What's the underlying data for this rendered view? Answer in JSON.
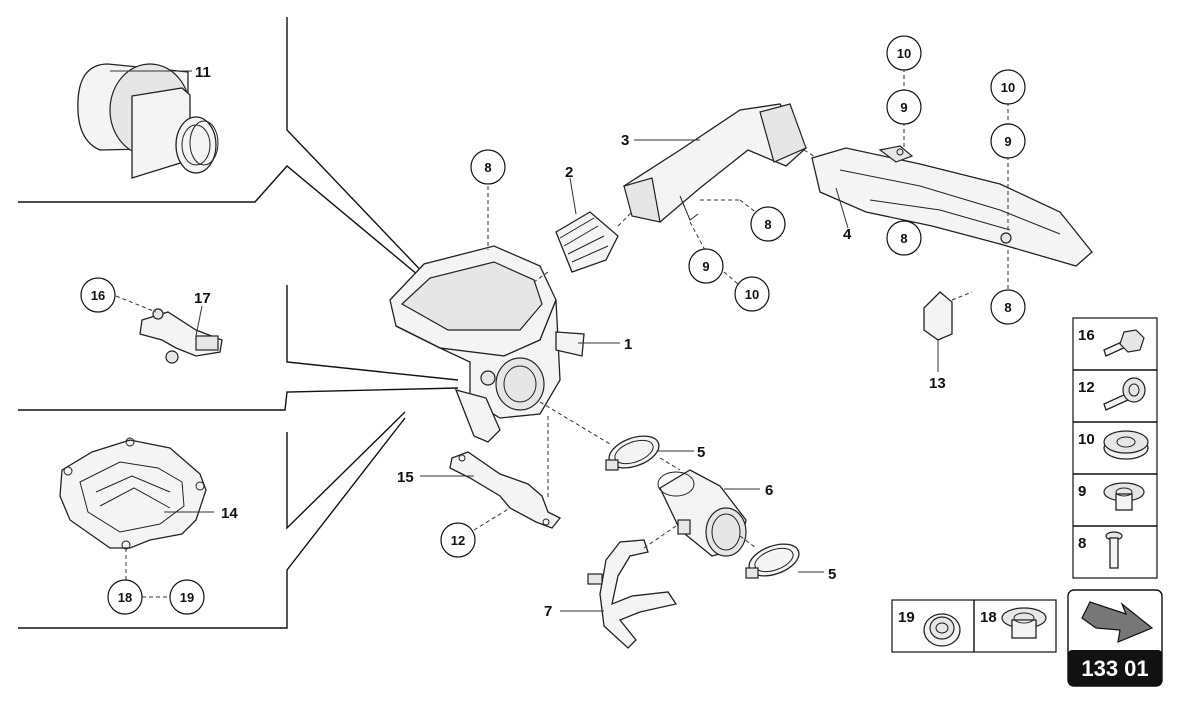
{
  "labels": {
    "l1": "1",
    "l2": "2",
    "l3": "3",
    "l4": "4",
    "l5a": "5",
    "l5b": "5",
    "l6": "6",
    "l7": "7",
    "l11": "11",
    "l13": "13",
    "l14": "14",
    "l15": "15",
    "l17": "17"
  },
  "callouts": {
    "c8a": "8",
    "c8b": "8",
    "c8c": "8",
    "c8d": "8",
    "c9a": "9",
    "c9b": "9",
    "c9c": "9",
    "c10a": "10",
    "c10b": "10",
    "c10c": "10",
    "c12": "12",
    "c16": "16",
    "c18": "18",
    "c19": "19"
  },
  "legend": {
    "items": [
      "16",
      "12",
      "10",
      "9",
      "8"
    ],
    "bottom": [
      "19",
      "18"
    ]
  },
  "page_ref": "133 01"
}
